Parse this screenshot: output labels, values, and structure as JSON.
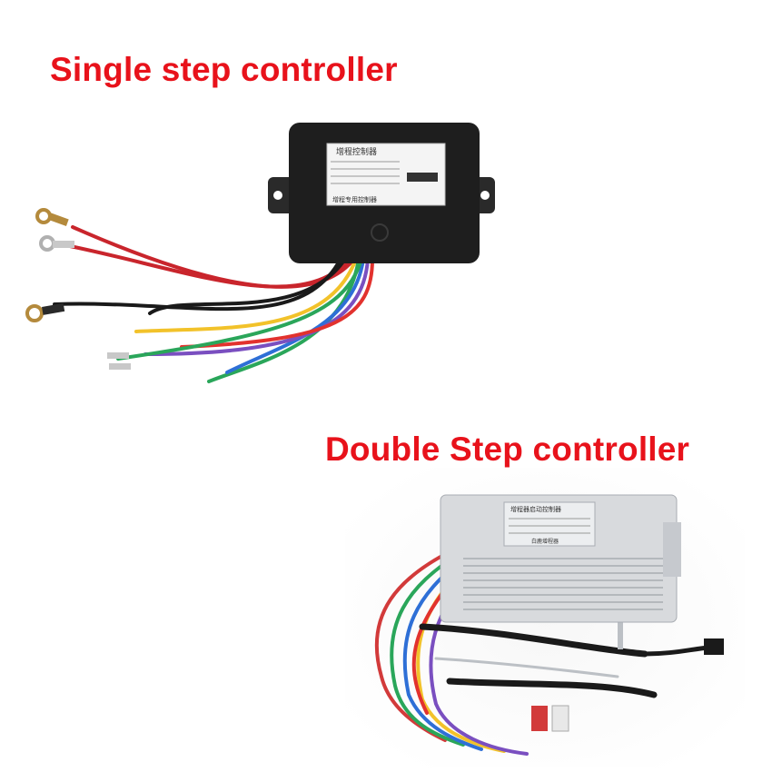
{
  "single": {
    "caption": "Single step controller",
    "label_title": "增程控制器",
    "label_footer": "增程专用控制器"
  },
  "double": {
    "caption": "Double Step controller",
    "label_title": "增程器启动控制器",
    "label_footer": "白鹿增程器"
  },
  "colors": {
    "caption_red": "#e8121b",
    "black_housing": "#1e1e1e",
    "silver_housing": "#d8dadd"
  }
}
